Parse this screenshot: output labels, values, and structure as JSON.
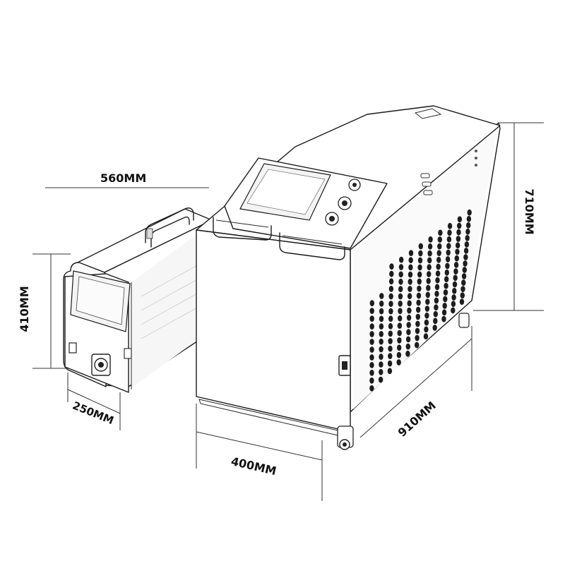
{
  "figure": {
    "dimensions": {
      "width_small_unit": "560MM",
      "height_small_unit": "410MM",
      "depth_small_unit": "250MM",
      "height_main_unit": "710MM",
      "width_main_unit": "400MM",
      "depth_main_unit": "910MM"
    }
  }
}
